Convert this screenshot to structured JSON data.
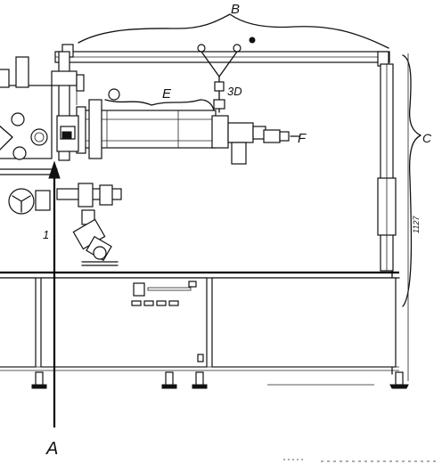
{
  "labels": {
    "a": "A",
    "b": "B",
    "c": "C",
    "e": "E",
    "f": "F",
    "d": "3D",
    "h": "1",
    "dimension": "1127"
  }
}
